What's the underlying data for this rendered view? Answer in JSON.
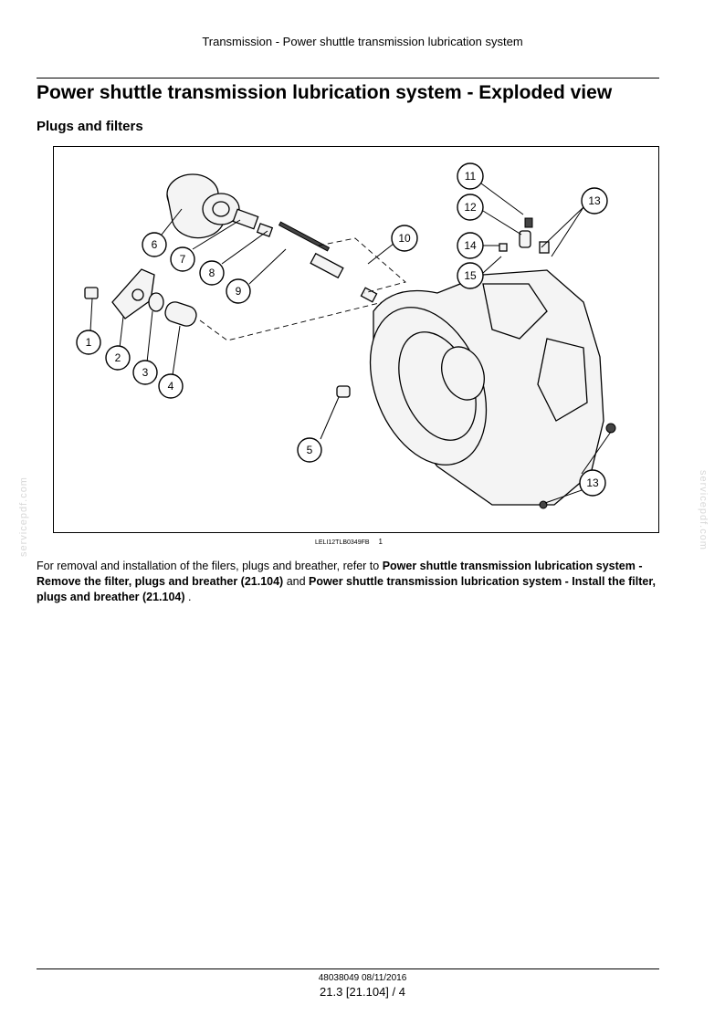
{
  "header": {
    "running_title": "Transmission - Power shuttle transmission lubrication system"
  },
  "page": {
    "title": "Power shuttle transmission lubrication system - Exploded view",
    "section": "Plugs and filters"
  },
  "figure": {
    "callouts": [
      "1",
      "2",
      "3",
      "4",
      "5",
      "6",
      "7",
      "8",
      "9",
      "10",
      "11",
      "12",
      "13",
      "14",
      "15",
      "13"
    ],
    "caption_id": "LELI12TLB0349FB",
    "caption_number": "1"
  },
  "body": {
    "p1": "For removal and installation of the filers, plugs and breather, refer to ",
    "link1": "Power shuttle transmission lubrication system - Remove the filter, plugs and breather (21.104)",
    "p2": " and ",
    "link2": "Power shuttle transmission lubrication system - Install the filter, plugs and breather (21.104)",
    "p3": " ."
  },
  "watermark": {
    "text": "servicepdf.com"
  },
  "footer": {
    "doc_number": "48038049 08/11/2016",
    "page_ref": "21.3 [21.104] / 4"
  }
}
